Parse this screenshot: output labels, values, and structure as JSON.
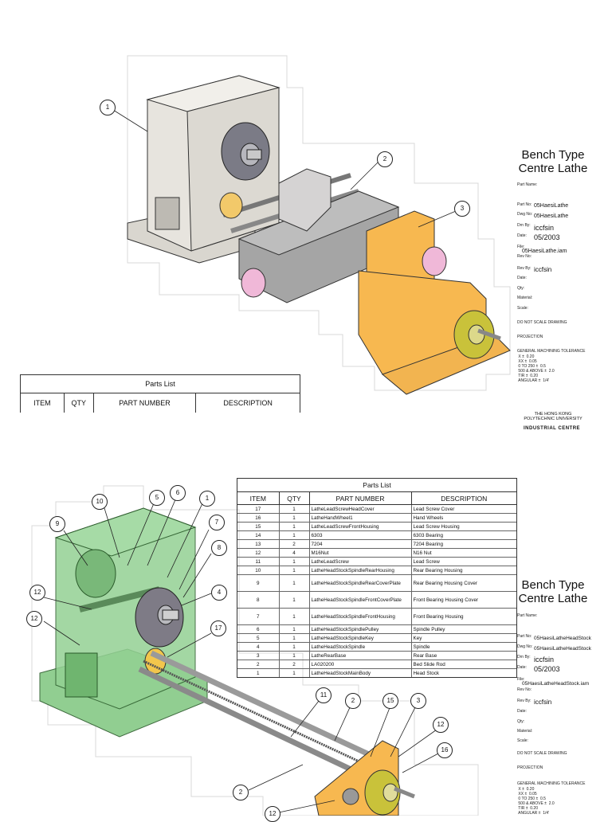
{
  "sheet1": {
    "title_line1": "Bench Type",
    "title_line2": "Centre Lathe",
    "part_name_label": "Part Name:",
    "part_no_label": "Part No:",
    "part_no": "05HaesiLathe",
    "dwg_no_label": "Dwg No:",
    "dwg_no": "05HaesiLathe",
    "drn_by_label": "Drn By:",
    "drn_by": "iccfsin",
    "date_label": "Date:",
    "date": "05/2003",
    "file_label": "File:",
    "file": "05HaesiLathe.iam",
    "rev_no_label": "Rev No:",
    "rev_by_label": "Rev By:",
    "rev_by": "iccfsin",
    "date2_label": "Date:",
    "qty_label": "Qty:",
    "material_label": "Material:",
    "scale_label": "Scale:",
    "do_not_scale": "DO NOT SCALE DRAWING",
    "projection": "PROJECTION",
    "tolerance_title": "GENERAL MACHINING TOLERANCE",
    "tolerances": " X ±  0.20\n XX ±  0.05\n 0 TO 250 ±  0.5\n 500 & ABOVE ±  2.0\n TIR ±  0.20\n ANGULAR ±  1/4'",
    "university": "THE HONG KONG\nPOLYTECHNIC UNIVERSITY",
    "centre": "INDUSTRIAL CENTRE",
    "balloons": [
      "1",
      "2",
      "3"
    ],
    "parts_list": {
      "caption": "Parts List",
      "headers": [
        "ITEM",
        "QTY",
        "PART NUMBER",
        "DESCRIPTION"
      ]
    }
  },
  "sheet2": {
    "title_line1": "Bench Type",
    "title_line2": "Centre Lathe",
    "part_name_label": "Part Name:",
    "part_no_label": "Part No:",
    "part_no": "05HaesiLatheHeadStock",
    "dwg_no_label": "Dwg No:",
    "dwg_no": "05HaesiLatheHeadStock",
    "drn_by_label": "Drn By:",
    "drn_by": "iccfsin",
    "date_label": "Date:",
    "date": "05/2003",
    "file_label": "File:",
    "file": "05HaesiLatheHeadStock.iam",
    "rev_no_label": "Rev No:",
    "rev_by_label": "Rev By:",
    "rev_by": "iccfsin",
    "date2_label": "Date:",
    "qty_label": "Qty:",
    "material_label": "Material:",
    "scale_label": "Scale:",
    "do_not_scale": "DO NOT SCALE DRAWING",
    "projection": "PROJECTION",
    "tolerance_title": "GENERAL MACHINING TOLERANCE",
    "tolerances": " X ±  0.20\n XX ±  0.05\n 0 TO 250 ±  0.5\n 500 & ABOVE ±  2.0\n TIR ±  0.20\n ANGULAR ±  1/4'",
    "balloons": [
      "10",
      "9",
      "5",
      "6",
      "1",
      "7",
      "8",
      "12",
      "4",
      "12",
      "17",
      "11",
      "2",
      "15",
      "3",
      "12",
      "16",
      "2",
      "12"
    ],
    "parts_list": {
      "caption": "Parts List",
      "headers": [
        "ITEM",
        "QTY",
        "PART NUMBER",
        "DESCRIPTION"
      ],
      "rows": [
        [
          "17",
          "1",
          "LatheLeadScrewHeadCover",
          "Lead Screw Cover"
        ],
        [
          "16",
          "1",
          "LatheHandWheel1",
          "Hand Wheels"
        ],
        [
          "15",
          "1",
          "LatheLeadScrewFrontHousing",
          "Lead Screw Housing"
        ],
        [
          "14",
          "1",
          "6303",
          "6303 Bearing"
        ],
        [
          "13",
          "2",
          "7204",
          "7204 Bearing"
        ],
        [
          "12",
          "4",
          "M16Nut",
          "N16 Nut"
        ],
        [
          "11",
          "1",
          "LatheLeadScrew",
          "Lead Screw"
        ],
        [
          "10",
          "1",
          "LatheHeadStockSpindleRearHousing",
          "Rear Bearing Housing"
        ],
        [
          "9",
          "1",
          "LatheHeadStockSpindleRearCoverPlate",
          "Rear Bearing Housing Cover"
        ],
        [
          "8",
          "1",
          "LatheHeadStockSpindleFrontCoverPlate",
          "Front Bearing Housing Cover"
        ],
        [
          "7",
          "1",
          "LatheHeadStockSpindleFrontHousing",
          "Front Bearing Housing"
        ],
        [
          "6",
          "1",
          "LatheHeadStockSpindlePulley",
          "Spindle Pulley"
        ],
        [
          "5",
          "1",
          "LatheHeadStockSpindleKey",
          "Key"
        ],
        [
          "4",
          "1",
          "LatheHeadStockSpindle",
          "Spindle"
        ],
        [
          "3",
          "1",
          "LatheRearBase",
          "Rear Base"
        ],
        [
          "2",
          "2",
          "LA020200",
          "Bed Slide Rod"
        ],
        [
          "1",
          "1",
          "LatheHeadStockMainBody",
          "Head Stock"
        ]
      ]
    }
  },
  "colors": {
    "headstock_grey": "#dcdad4",
    "headstock_green": "#8fcf8f",
    "bed_grey": "#9a9a9a",
    "tailstock_orange": "#f7b850",
    "handwheel_yellow": "#c9c23a",
    "pink": "#f0b8d8"
  }
}
